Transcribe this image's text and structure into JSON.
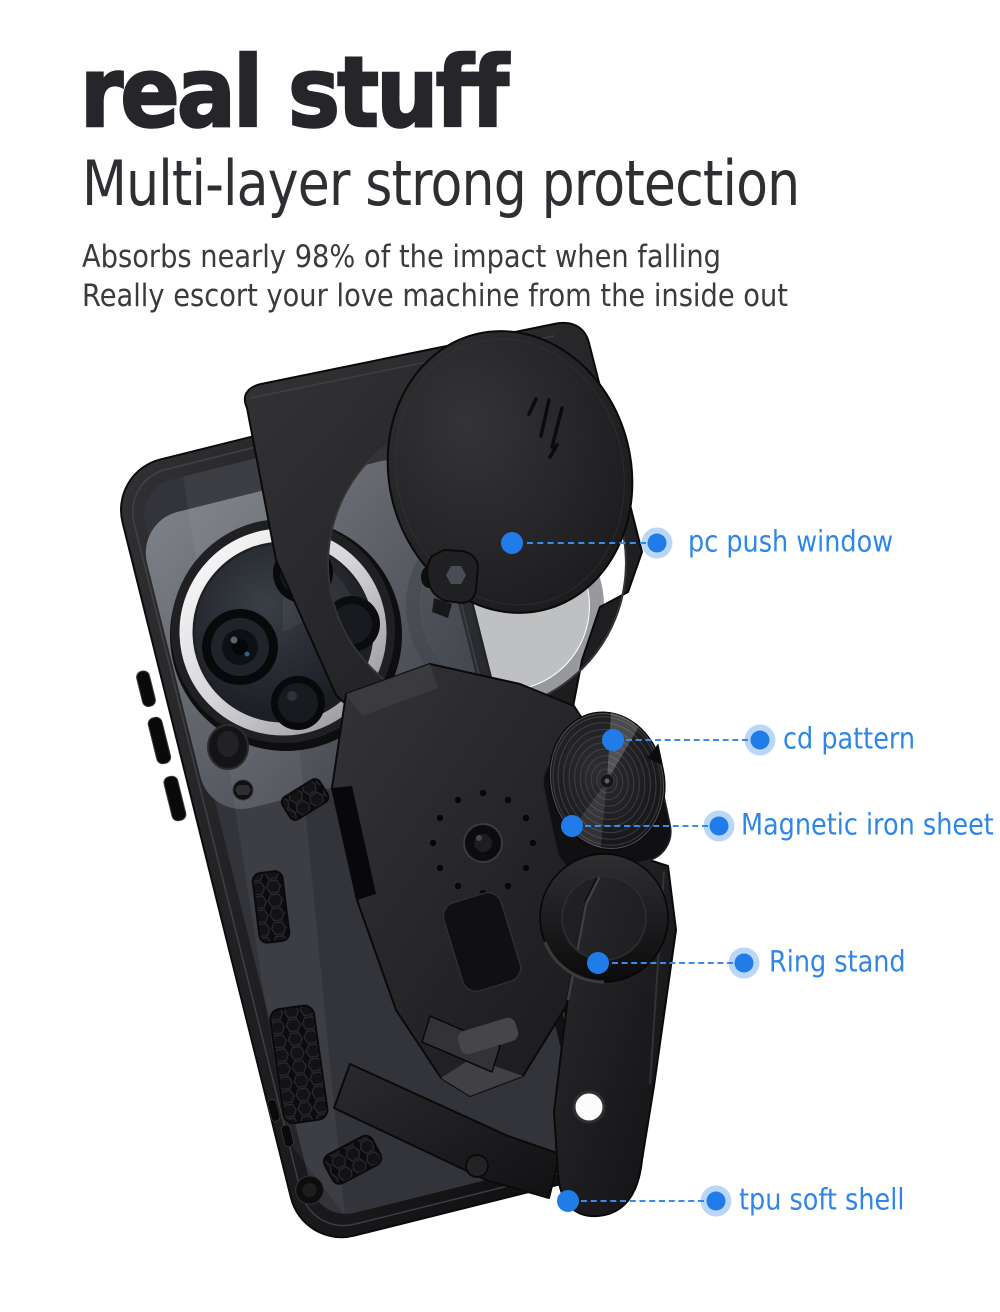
{
  "header": {
    "title": "real stuff",
    "subtitle": "Multi-layer strong protection",
    "description_lines": [
      "Absorbs nearly 98% of the impact when falling",
      "Really escort your love machine from the inside out"
    ]
  },
  "product": {
    "description": "black armor phone case with sliding camera push window, cd-pattern magnetic ring kickstand",
    "callouts": [
      {
        "label": "pc push window"
      },
      {
        "label": "cd pattern"
      },
      {
        "label": "Magnetic iron sheet"
      },
      {
        "label": "Ring stand"
      },
      {
        "label": "tpu soft shell"
      }
    ]
  },
  "colors": {
    "background": "#ffffff",
    "title_text": "#26262a",
    "body_text": "#3a3b3f",
    "accent_blue": "#2e86e8",
    "marker_dot_blue": "#1f7ce8",
    "case_black": "#1b1b1d"
  }
}
